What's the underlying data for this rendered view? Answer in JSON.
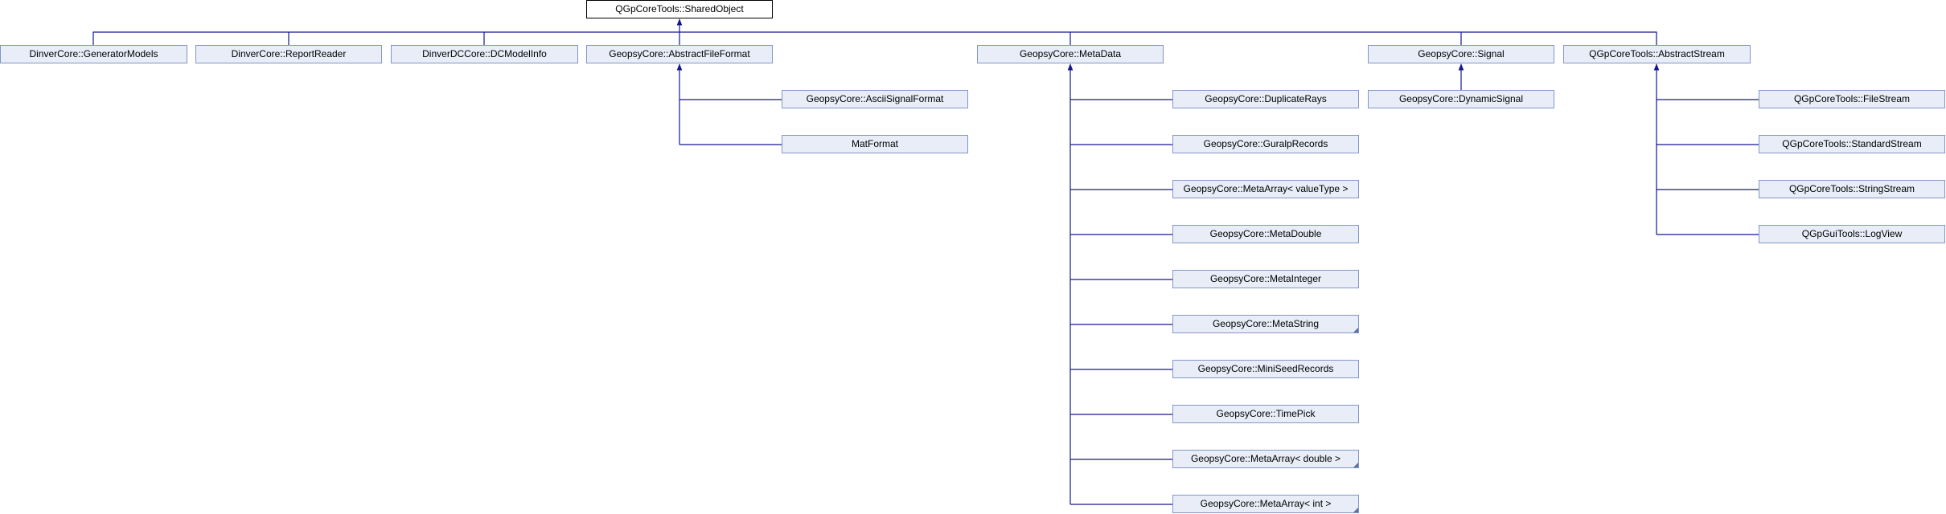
{
  "diagram": {
    "root": "QGpCoreTools::SharedObject",
    "colors": {
      "edge": "#16168f",
      "node_fill": "#e8edf8",
      "node_border": "#8496c6",
      "root_border": "#000000"
    },
    "nodes": {
      "generator_models": "DinverCore::GeneratorModels",
      "report_reader": "DinverCore::ReportReader",
      "dc_model_info": "DinverDCCore::DCModelInfo",
      "abstract_file_format": "GeopsyCore::AbstractFileFormat",
      "meta_data": "GeopsyCore::MetaData",
      "signal": "GeopsyCore::Signal",
      "abstract_stream": "QGpCoreTools::AbstractStream",
      "ascii_signal_format": "GeopsyCore::AsciiSignalFormat",
      "mat_format": "MatFormat",
      "duplicate_rays": "GeopsyCore::DuplicateRays",
      "guralp_records": "GeopsyCore::GuralpRecords",
      "meta_array_value_type": "GeopsyCore::MetaArray< valueType >",
      "meta_double": "GeopsyCore::MetaDouble",
      "meta_integer": "GeopsyCore::MetaInteger",
      "meta_string": "GeopsyCore::MetaString",
      "mini_seed_records": "GeopsyCore::MiniSeedRecords",
      "time_pick": "GeopsyCore::TimePick",
      "meta_array_double": "GeopsyCore::MetaArray< double >",
      "meta_array_int": "GeopsyCore::MetaArray< int >",
      "dynamic_signal": "GeopsyCore::DynamicSignal",
      "file_stream": "QGpCoreTools::FileStream",
      "standard_stream": "QGpCoreTools::StandardStream",
      "string_stream": "QGpCoreTools::StringStream",
      "log_view": "QGpGuiTools::LogView"
    }
  }
}
